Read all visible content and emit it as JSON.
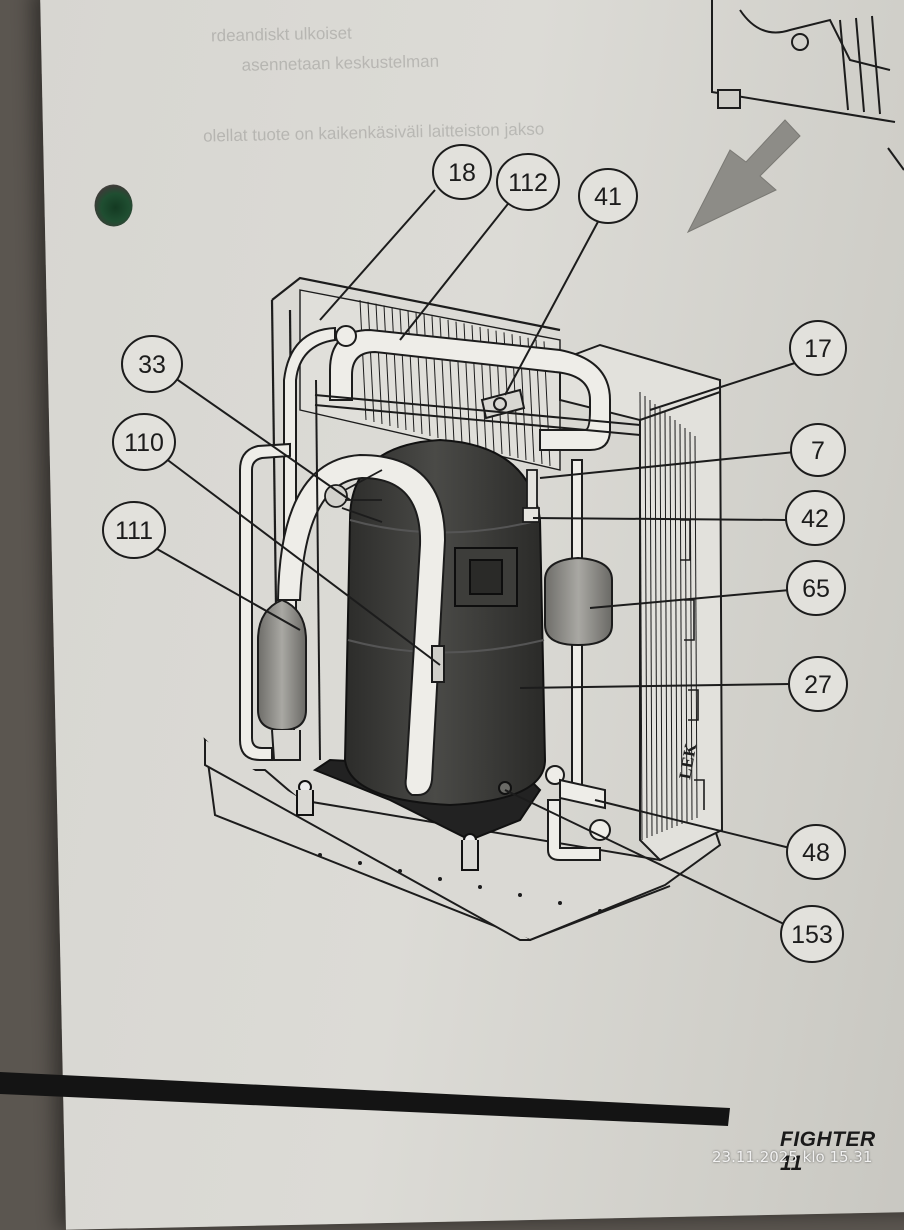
{
  "callouts": [
    {
      "id": "c18",
      "label": "18"
    },
    {
      "id": "c112",
      "label": "112"
    },
    {
      "id": "c41",
      "label": "41"
    },
    {
      "id": "c17",
      "label": "17"
    },
    {
      "id": "c33",
      "label": "33"
    },
    {
      "id": "c110",
      "label": "110"
    },
    {
      "id": "c7",
      "label": "7"
    },
    {
      "id": "c42",
      "label": "42"
    },
    {
      "id": "c111",
      "label": "111"
    },
    {
      "id": "c65",
      "label": "65"
    },
    {
      "id": "c27",
      "label": "27"
    },
    {
      "id": "c48",
      "label": "48"
    },
    {
      "id": "c153",
      "label": "153"
    }
  ],
  "unit_brand": "LEK",
  "footer": {
    "title": "FIGHTER 11"
  },
  "timestamp": "23.11.2025 klo 15.31",
  "colors": {
    "ink": "#1c1c1c",
    "paper": "#d9d8d3",
    "tank_dark": "#3a3a38",
    "footer_bar": "#141414"
  }
}
